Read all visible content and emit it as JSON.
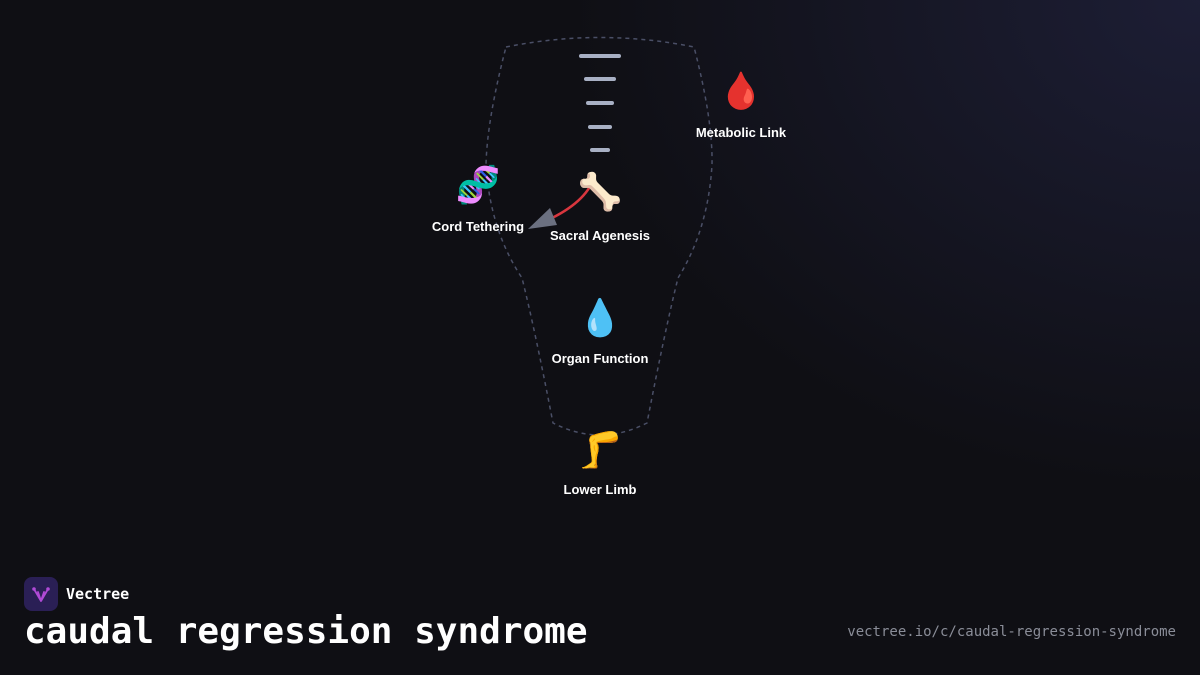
{
  "brand": {
    "name": "Vectree",
    "logo_icon": "vectree-tree-icon"
  },
  "title": "caudal regression syndrome",
  "url": "vectree.io/c/caudal-regression-syndrome",
  "nodes": {
    "metabolic_link": {
      "label": "Metabolic Link",
      "icon": "blood-drop-icon",
      "glyph": "🩸"
    },
    "cord_tethering": {
      "label": "Cord Tethering",
      "icon": "dna-icon",
      "glyph": "🧬"
    },
    "sacral_agenesis": {
      "label": "Sacral Agenesis",
      "icon": "bone-icon",
      "glyph": "🦴"
    },
    "organ_function": {
      "label": "Organ Function",
      "icon": "droplet-icon",
      "glyph": "💧"
    },
    "lower_limb": {
      "label": "Lower Limb",
      "icon": "leg-icon",
      "glyph": "🦵"
    }
  },
  "colors": {
    "background": "#0f0f14",
    "outline": "#4a4f66",
    "spine_marks": "#a8b0c4",
    "arrow_curve": "#d9363e",
    "arrow_head": "#6b7080",
    "text": "#ffffff",
    "url_text": "#8a8d98",
    "logo_bg": "#2a1f55",
    "logo_accent": "#b04ad6"
  }
}
